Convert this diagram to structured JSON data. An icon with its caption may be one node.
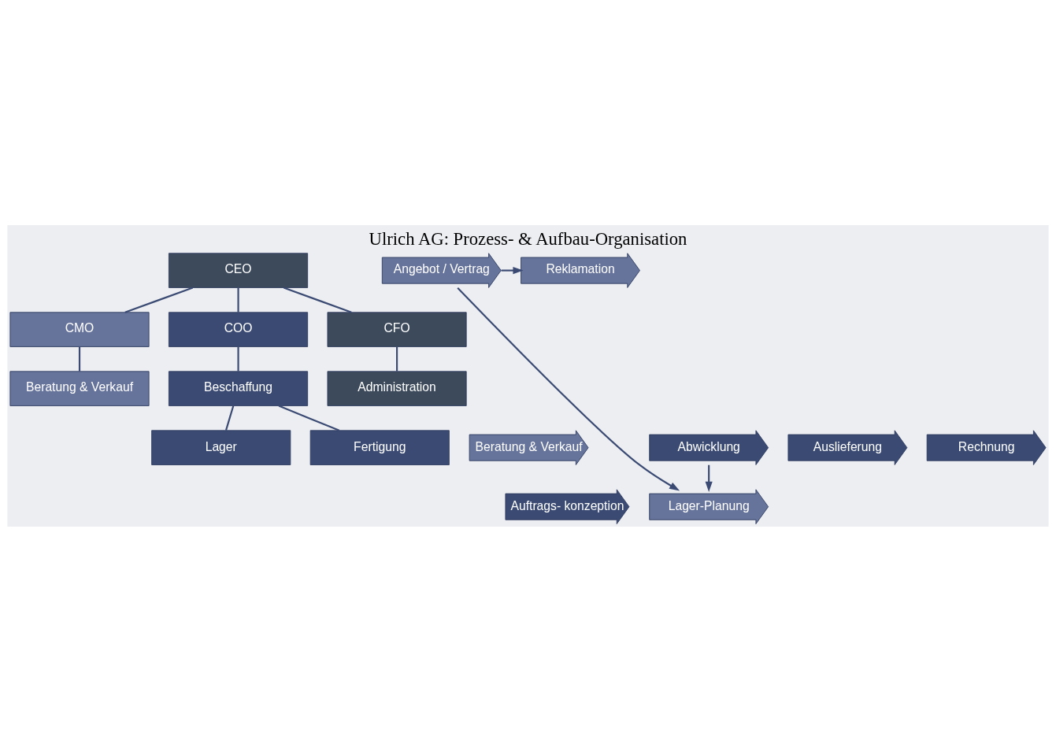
{
  "diagram": {
    "title": "Ulrich AG: Prozess- & Aufbau-Organisation",
    "nodes": [
      {
        "text": [
          "CEO"
        ]
      },
      {
        "text": [
          "CMO"
        ]
      },
      {
        "text": [
          "COO"
        ]
      },
      {
        "text": [
          "CFO"
        ]
      },
      {
        "text": [
          "Beratung & Verkauf"
        ]
      },
      {
        "text": [
          "Beschaffung"
        ]
      },
      {
        "text": [
          "Administration"
        ]
      },
      {
        "text": [
          "Lager"
        ]
      },
      {
        "text": [
          "Fertigung"
        ]
      },
      {
        "text": [
          "Beratung & Verkauf"
        ]
      },
      {
        "text": [
          "Auftrags- konzeption"
        ]
      },
      {
        "text": [
          "Angebot / Vertrag"
        ]
      },
      {
        "text": [
          "Abwicklung"
        ]
      },
      {
        "text": [
          "Auslieferung"
        ]
      },
      {
        "text": [
          "Rechnung"
        ]
      },
      {
        "text": [
          "Lager-Planung"
        ]
      },
      {
        "text": [
          "Reklamation"
        ]
      }
    ],
    "edges": [
      {
        "from": 0,
        "to": 1,
        "arrow": "none"
      },
      {
        "from": 0,
        "to": 2,
        "arrow": "none"
      },
      {
        "from": 0,
        "to": 3,
        "arrow": "none"
      },
      {
        "from": 1,
        "to": 4,
        "arrow": "none"
      },
      {
        "from": 2,
        "to": 5,
        "arrow": "none"
      },
      {
        "from": 3,
        "to": 6,
        "arrow": "none"
      },
      {
        "from": 5,
        "to": 7,
        "arrow": "none"
      },
      {
        "from": 5,
        "to": 8,
        "arrow": "none"
      },
      {
        "from": 12,
        "to": 15,
        "arrow": "to"
      },
      {
        "from": 11,
        "to": 15,
        "arrow": "to"
      },
      {
        "from": 11,
        "to": 16,
        "arrow": "to"
      }
    ]
  }
}
